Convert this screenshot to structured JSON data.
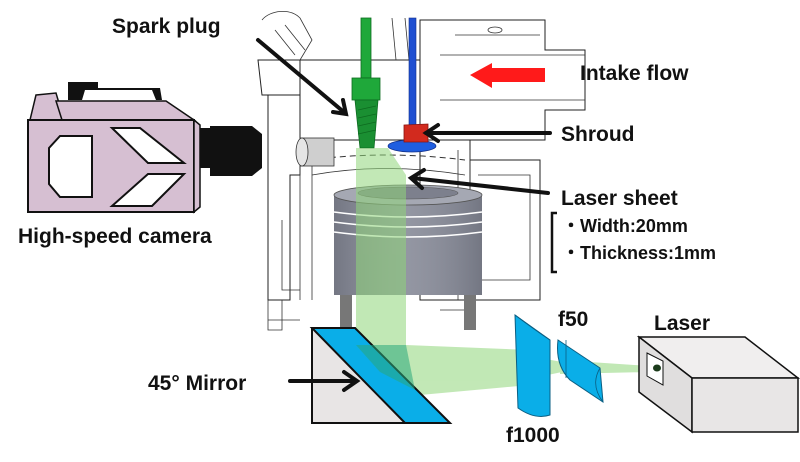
{
  "labels": {
    "spark_plug": "Spark plug",
    "intake_flow": "Intake flow",
    "shroud": "Shroud",
    "laser_sheet": "Laser sheet",
    "width_spec": "・Width:20mm",
    "thickness_spec": "・Thickness:1mm",
    "camera": "High-speed camera",
    "mirror": "45°  Mirror",
    "lens_f50": "f50",
    "lens_f1000": "f1000",
    "laser": "Laser"
  },
  "colors": {
    "camera_body": "#d6bfd2",
    "spark_plug": "#1fa83a",
    "valve_stem": "#1f4fd1",
    "shroud": "#d22a1e",
    "intake_arrow": "#ff1a1a",
    "laser_sheet": "#8fd67a",
    "optics": "#0aaee8",
    "piston": "#8a8d9a",
    "laser_box": "#e8e6e6"
  },
  "icons": {
    "camera": "video-camera-icon",
    "intake_arrow": "arrow-left-icon",
    "label_arrows": "arrow-icon"
  }
}
